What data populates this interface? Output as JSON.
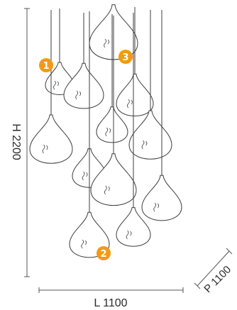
{
  "dimensions": {
    "height_label": "H 2200",
    "length_label": "L 1100",
    "depth_label": "P 1100"
  },
  "markers": [
    {
      "label": "1"
    },
    {
      "label": "2"
    },
    {
      "label": "3"
    }
  ],
  "colors": {
    "marker": "#f29a17",
    "line": "#3c3c3c",
    "dimension_line": "#555555"
  }
}
